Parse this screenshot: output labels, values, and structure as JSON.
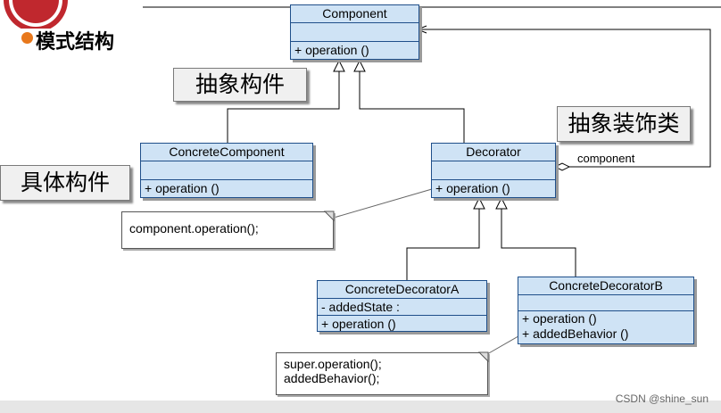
{
  "header": {
    "title": "模式结构"
  },
  "labels": {
    "abstract_component": "抽象构件",
    "abstract_decorator": "抽象装饰类",
    "concrete_component": "具体构件"
  },
  "classes": {
    "component": {
      "name": "Component",
      "ops": [
        "+ operation ()"
      ]
    },
    "concrete_component": {
      "name": "ConcreteComponent",
      "ops": [
        "+ operation ()"
      ]
    },
    "decorator": {
      "name": "Decorator",
      "ops": [
        "+ operation ()"
      ]
    },
    "decorator_a": {
      "name": "ConcreteDecoratorA",
      "attrs": [
        "- addedState :"
      ],
      "ops": [
        "+ operation ()"
      ]
    },
    "decorator_b": {
      "name": "ConcreteDecoratorB",
      "ops": [
        "+ operation ()",
        "+ addedBehavior ()"
      ]
    }
  },
  "association": {
    "role": "component"
  },
  "notes": {
    "decorator_note": "component.operation();",
    "decorator_b_note": [
      "super.operation();",
      "addedBehavior();"
    ]
  },
  "watermark": "CSDN @shine_sun",
  "colors": {
    "class_fill": "#cfe3f5",
    "class_border": "#1f4f8a",
    "bullet": "#e8781c"
  }
}
